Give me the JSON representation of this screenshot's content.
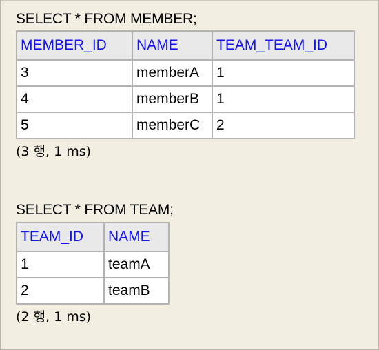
{
  "query1": {
    "sql": "SELECT * FROM MEMBER;",
    "columns": [
      "MEMBER_ID",
      "NAME",
      "TEAM_TEAM_ID"
    ],
    "rows": [
      [
        "3",
        "memberA",
        "1"
      ],
      [
        "4",
        "memberB",
        "1"
      ],
      [
        "5",
        "memberC",
        "2"
      ]
    ],
    "summary": "(3 행, 1 ms)"
  },
  "query2": {
    "sql": "SELECT * FROM TEAM;",
    "columns": [
      "TEAM_ID",
      "NAME"
    ],
    "rows": [
      [
        "1",
        "teamA"
      ],
      [
        "2",
        "teamB"
      ]
    ],
    "summary": "(2 행, 1 ms)"
  },
  "colors": {
    "background": "#f2eee1",
    "header_text": "#1414ee",
    "header_bg": "#e9e9e9",
    "grid": "#b3b3b3"
  }
}
